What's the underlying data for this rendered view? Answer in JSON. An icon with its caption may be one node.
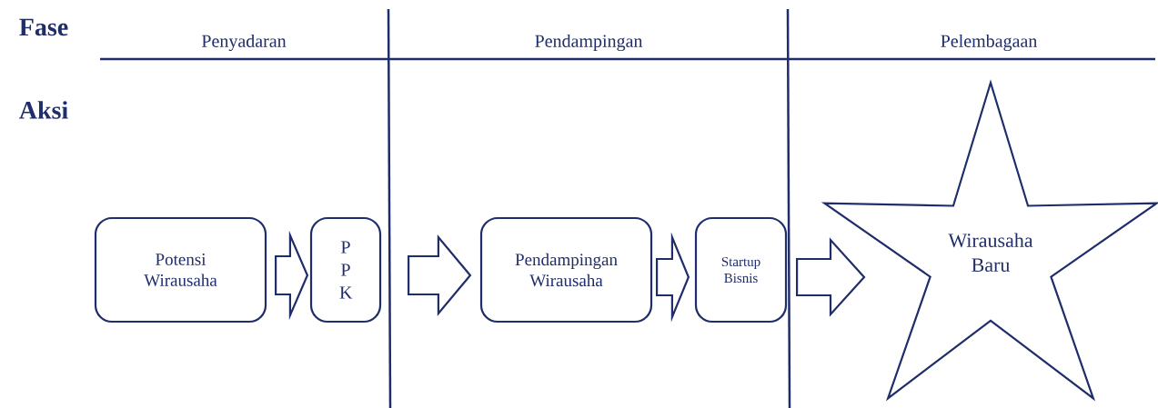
{
  "diagram": {
    "nodes": [
      {
        "text": [
          "Potensi Wirausaha"
        ]
      },
      {
        "text": [
          "P P K"
        ]
      },
      {
        "text": [
          "Pendampingan Wirausaha"
        ]
      },
      {
        "text": [
          "Startup Bisnis"
        ]
      },
      {
        "text": [
          "Wirausaha Baru"
        ]
      }
    ],
    "edges": [
      {
        "from": 0,
        "to": 1,
        "arrow": "to"
      },
      {
        "from": 1,
        "to": 2,
        "arrow": "to"
      },
      {
        "from": 2,
        "to": 3,
        "arrow": "to"
      },
      {
        "from": 3,
        "to": 4,
        "arrow": "to"
      }
    ],
    "labels": [
      "Fase",
      "Penyadaran",
      "Pendampingan",
      "Pelembagaan",
      "Aksi"
    ]
  }
}
